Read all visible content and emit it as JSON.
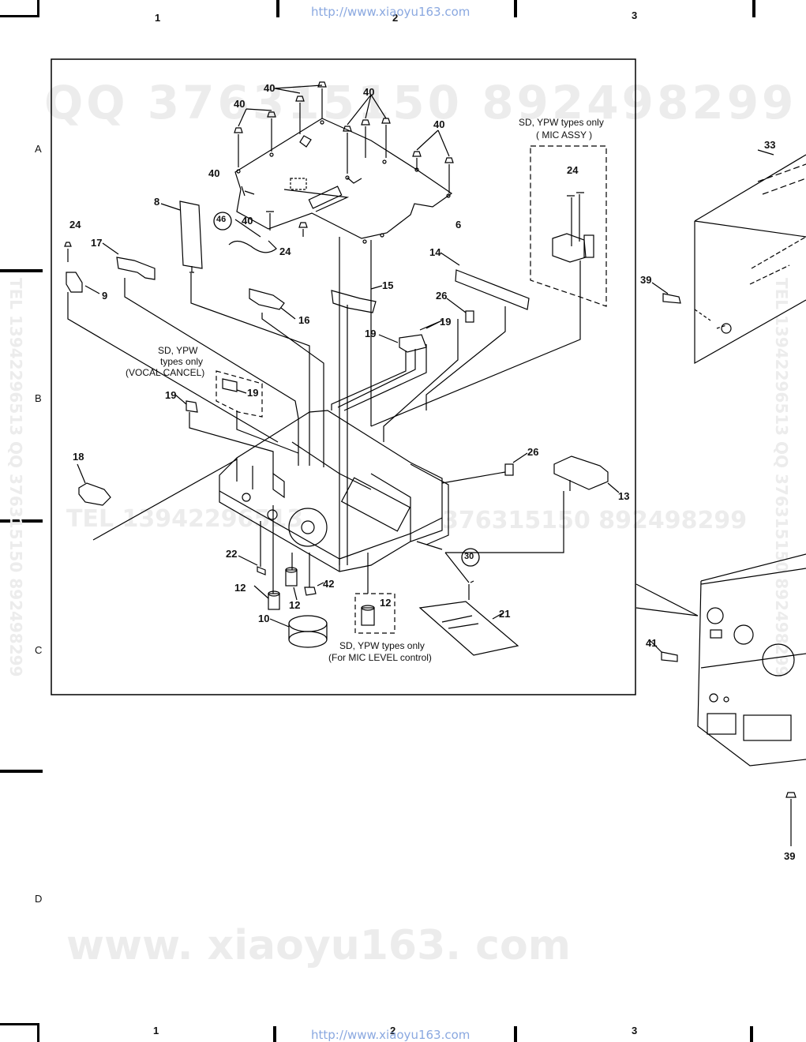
{
  "header_url": "http://www.xiaoyu163.com",
  "footer_url": "http://www.xiaoyu163.com",
  "column_numbers": [
    "1",
    "2",
    "3"
  ],
  "row_letters": [
    "A",
    "B",
    "C",
    "D"
  ],
  "watermarks": {
    "qq": "QQ 376315150  892498299",
    "tel": "TEL 13942296513",
    "mid": "376315150 892498299",
    "site": "www. xiaoyu163. com",
    "side": "TEL 13942296513 QQ 376315150 892498299"
  },
  "notes": {
    "mic_assy_1": "SD, YPW types only",
    "mic_assy_2": "( MIC ASSY )",
    "vocal_1": "SD, YPW",
    "vocal_2": "types only",
    "vocal_3": "(VOCAL CANCEL)",
    "mic_level_1": "SD, YPW types only",
    "mic_level_2": "(For MIC LEVEL control)"
  },
  "part_labels": {
    "p40a": "40",
    "p40b": "40",
    "p40c": "40",
    "p40d": "40",
    "p40e": "40",
    "p46": "46",
    "p8": "8",
    "p6": "6",
    "p24a": "24",
    "p24b": "24",
    "p24c": "24",
    "p17": "17",
    "p9": "9",
    "p14": "14",
    "p15": "15",
    "p16": "16",
    "p26a": "26",
    "p19a": "19",
    "p19b": "19",
    "p19c": "19",
    "p19d": "19",
    "p18": "18",
    "p26b": "26",
    "p13": "13",
    "p22": "22",
    "p42": "42",
    "p12a": "12",
    "p12b": "12",
    "p12c": "12",
    "p10": "10",
    "p30": "30",
    "p21": "21",
    "p33": "33",
    "p39a": "39",
    "p39b": "39",
    "p41": "41"
  }
}
